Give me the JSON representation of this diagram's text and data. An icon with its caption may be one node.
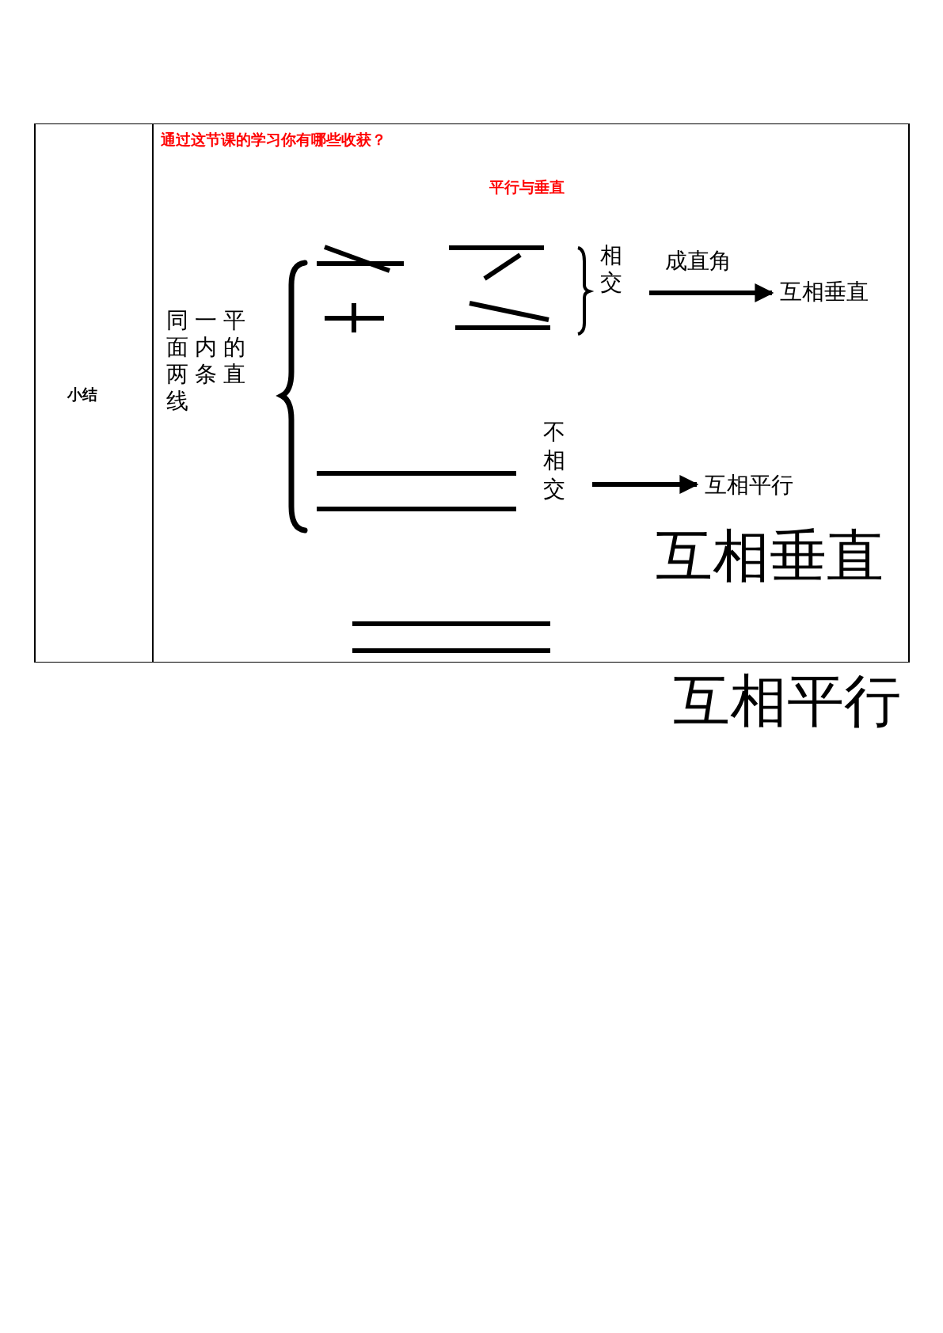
{
  "diagram": {
    "nodes": [
      {
        "text": [
          "同一平面内的两条直线"
        ]
      },
      {
        "text": [
          "相交"
        ]
      },
      {
        "text": [
          "互相垂直"
        ]
      },
      {
        "text": [
          "不相交"
        ]
      },
      {
        "text": [
          "互相平行"
        ]
      }
    ],
    "edges": [
      {
        "from": 1,
        "to": 2,
        "arrow": "to",
        "label": "成直角"
      },
      {
        "from": 3,
        "to": 4,
        "arrow": "to"
      }
    ],
    "labels": [
      "小结",
      "通过这节课的学习你有哪些收获？",
      "平行与垂直",
      "互相垂直",
      "互相平行"
    ]
  }
}
